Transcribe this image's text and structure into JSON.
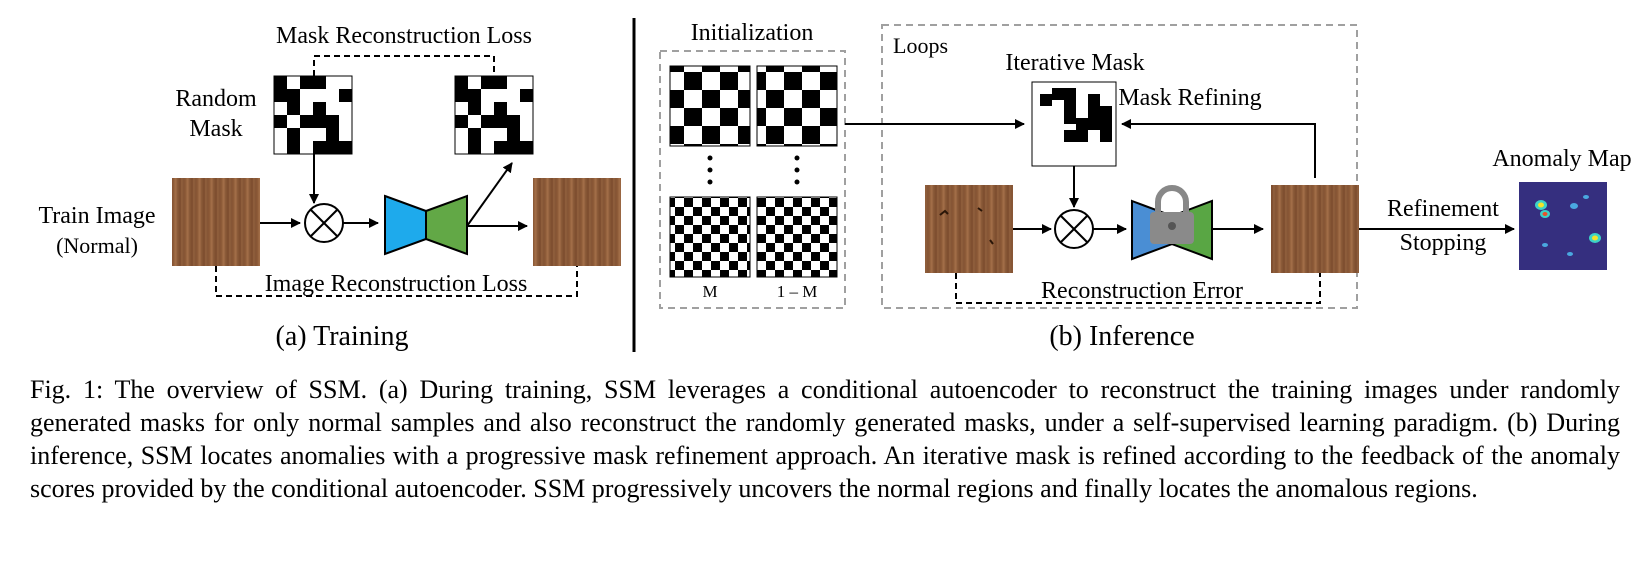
{
  "training": {
    "mask_loss_label": "Mask Reconstruction Loss",
    "random_mask_line1": "Random",
    "random_mask_line2": "Mask",
    "train_image_label": "Train Image",
    "train_image_sub": "(Normal)",
    "image_loss_label": "Image Reconstruction Loss",
    "subtitle": "(a) Training"
  },
  "inference": {
    "init_label": "Initialization",
    "m_label": "M",
    "one_minus_m_label": "1 – M",
    "loops_label": "Loops",
    "iter_mask_label": "Iterative Mask",
    "mask_refining_label": "Mask Refining",
    "recon_error_label": "Reconstruction Error",
    "refinement_label": "Refinement",
    "stopping_label": "Stopping",
    "anomaly_map_label": "Anomaly Map",
    "subtitle": "(b) Inference"
  },
  "caption": "Fig. 1: The overview of SSM. (a) During training, SSM leverages a conditional autoencoder to reconstruct the training images under randomly generated masks for only normal samples and also reconstruct the randomly generated masks, under a self-supervised learning paradigm. (b) During inference, SSM locates anomalies with a progressive mask refinement approach. An iterative mask is refined according to the feedback of the anomaly scores provided by the conditional autoencoder. SSM progressively uncovers the normal regions and finally locates the anomalous regions.",
  "colors": {
    "encoder_blue": "#1eaaec",
    "decoder_green": "#62a846",
    "frozen_blue": "#4a8ed4",
    "frozen_green": "#59a644",
    "wood": "#8a5a3a",
    "dashed_gray": "#a0a0a0",
    "anomaly_bg": "#3a2a7a"
  }
}
